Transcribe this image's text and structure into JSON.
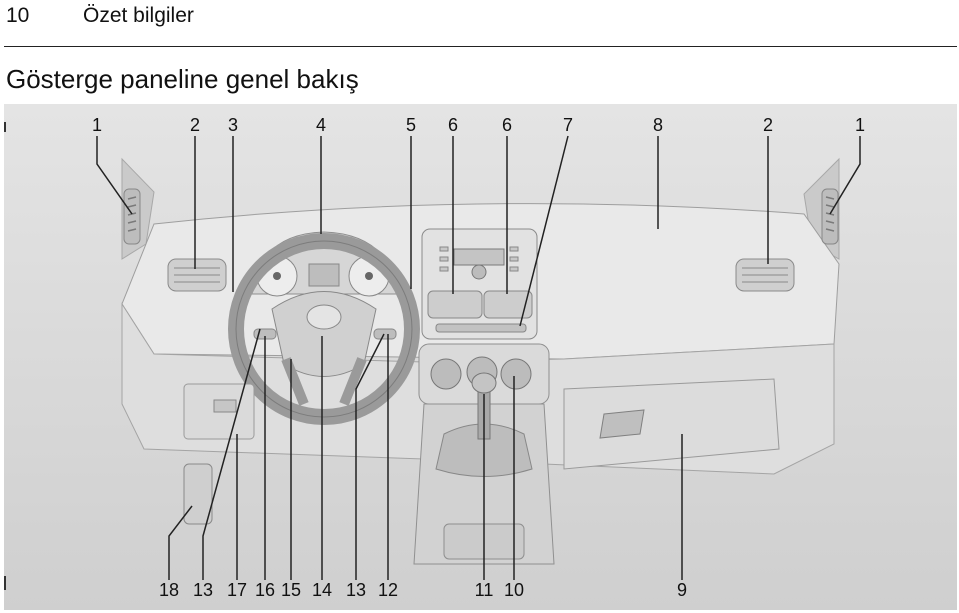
{
  "header": {
    "page_number": "10",
    "section_title": "Özet bilgiler"
  },
  "heading": "Gösterge paneline genel bakış",
  "figure": {
    "top_callouts": [
      "1",
      "2",
      "3",
      "4",
      "5",
      "6",
      "6",
      "7",
      "8",
      "2",
      "1"
    ],
    "bottom_callouts": [
      "18",
      "13",
      "17",
      "16",
      "15",
      "14",
      "13",
      "12",
      "11",
      "10",
      "9"
    ]
  }
}
